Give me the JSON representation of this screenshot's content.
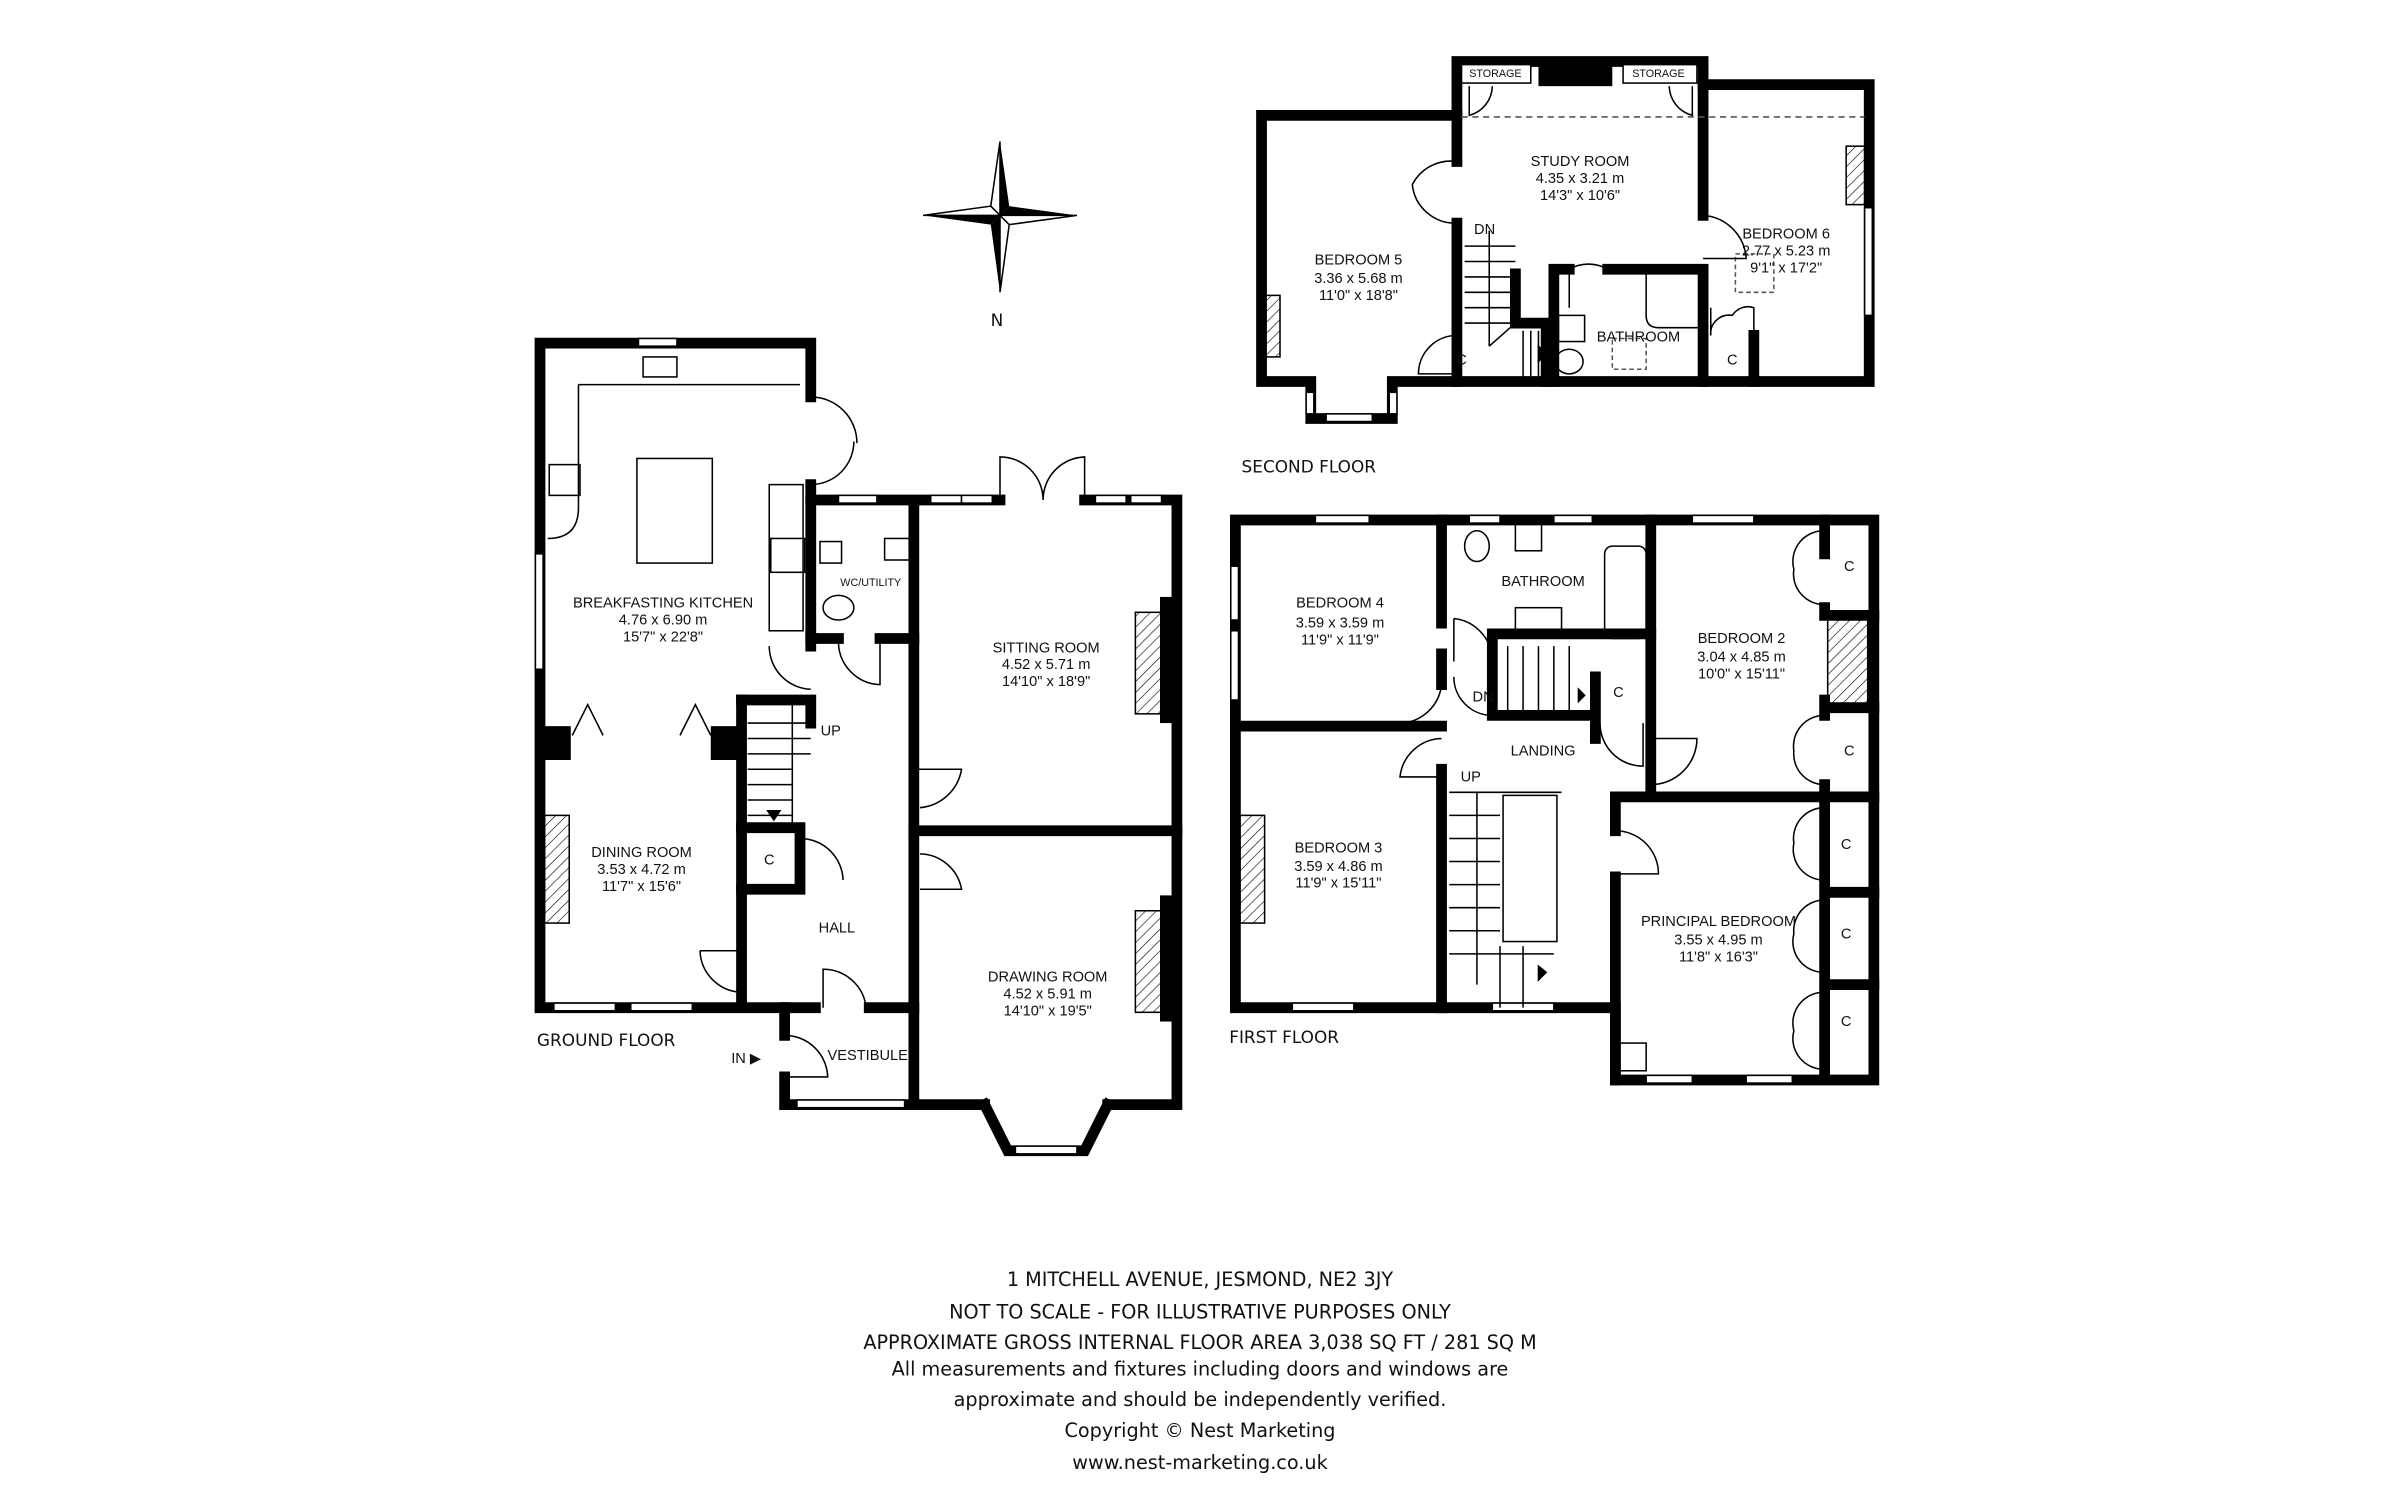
{
  "compass": {
    "label": "N",
    "icon": "compass-rose-icon"
  },
  "ground_floor": {
    "label": "GROUND FLOOR",
    "rooms": [
      {
        "name": "BREAKFASTING KITCHEN",
        "metric": "4.76 x 6.90 m",
        "imperial": "15'7\" x 22'8\""
      },
      {
        "name": "WC/UTILITY"
      },
      {
        "name": "SITTING ROOM",
        "metric": "4.52 x 5.71 m",
        "imperial": "14'10\" x 18'9\""
      },
      {
        "name": "DINING ROOM",
        "metric": "3.53 x 4.72 m",
        "imperial": "11'7\" x 15'6\""
      },
      {
        "name": "HALL"
      },
      {
        "name": "DRAWING ROOM",
        "metric": "4.52 x 5.91 m",
        "imperial": "14'10\" x 19'5\""
      },
      {
        "name": "VESTIBULE"
      }
    ],
    "marks": {
      "up": "UP",
      "closet": "C",
      "entrance": "IN ▶"
    }
  },
  "first_floor": {
    "label": "FIRST FLOOR",
    "rooms": [
      {
        "name": "BEDROOM 4",
        "metric": "3.59 x 3.59 m",
        "imperial": "11'9\" x 11'9\""
      },
      {
        "name": "BATHROOM"
      },
      {
        "name": "BEDROOM 2",
        "metric": "3.04 x 4.85 m",
        "imperial": "10'0\" x 15'11\""
      },
      {
        "name": "LANDING"
      },
      {
        "name": "BEDROOM 3",
        "metric": "3.59 x 4.86 m",
        "imperial": "11'9\" x 15'11\""
      },
      {
        "name": "PRINCIPAL BEDROOM",
        "metric": "3.55 x 4.95 m",
        "imperial": "11'8\" x 16'3\""
      }
    ],
    "marks": {
      "up": "UP",
      "down": "DN",
      "closet": "C"
    }
  },
  "second_floor": {
    "label": "SECOND FLOOR",
    "rooms": [
      {
        "name": "BEDROOM 5",
        "metric": "3.36 x 5.68 m",
        "imperial": "11'0\" x 18'8\""
      },
      {
        "name": "STUDY ROOM",
        "metric": "4.35 x 3.21 m",
        "imperial": "14'3\" x 10'6\""
      },
      {
        "name": "BEDROOM 6",
        "metric": "2.77 x 5.23 m",
        "imperial": "9'1\" x 17'2\""
      },
      {
        "name": "BATHROOM"
      }
    ],
    "marks": {
      "down": "DN",
      "closet": "C",
      "storage": "STORAGE"
    }
  },
  "footer": {
    "address": "1 MITCHELL AVENUE, JESMOND, NE2 3JY",
    "scale_note": "NOT TO SCALE - FOR ILLUSTRATIVE PURPOSES ONLY",
    "area": "APPROXIMATE GROSS INTERNAL FLOOR AREA 3,038 SQ FT / 281 SQ M",
    "disclaimer_1": "All measurements and fixtures including doors and windows are",
    "disclaimer_2": "approximate and should be independently verified.",
    "copyright": "Copyright © Nest Marketing",
    "website": "www.nest-marketing.co.uk"
  }
}
